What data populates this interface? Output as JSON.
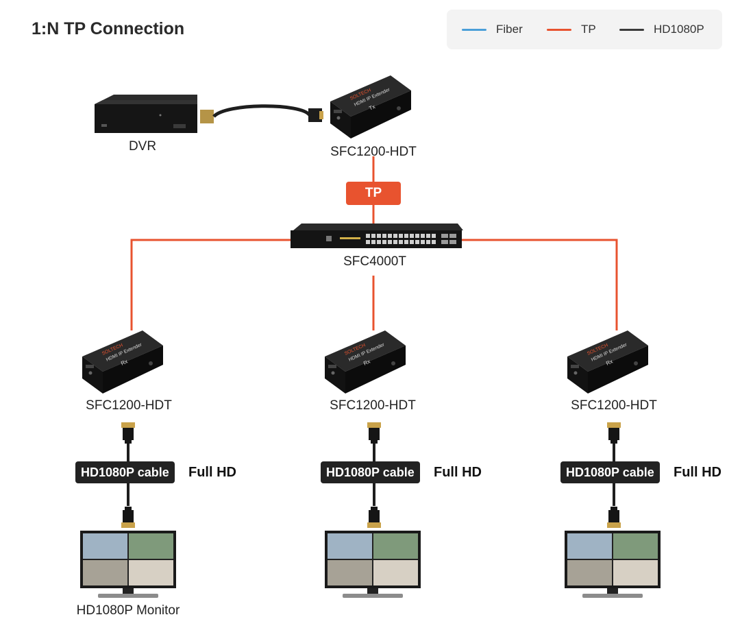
{
  "title": "1:N TP Connection",
  "legend": [
    {
      "label": "Fiber",
      "color": "#4a9fd8"
    },
    {
      "label": "TP",
      "color": "#e8532f"
    },
    {
      "label": "HD1080P",
      "color": "#3a3a3a"
    }
  ],
  "source": {
    "dvr_label": "DVR",
    "tx_label": "SFC1200-HDT",
    "tx_device_text": "HDMI IP Extender",
    "tx_device_sub": "Tx",
    "brand": "SOLTECH"
  },
  "tp_badge": "TP",
  "switch_label": "SFC4000T",
  "receivers": [
    {
      "label": "SFC1200-HDT",
      "device_text": "HDMI IP Extender",
      "device_sub": "Rx",
      "cable": "HD1080P cable",
      "quality": "Full HD",
      "monitor_label": "HD1080P Monitor"
    },
    {
      "label": "SFC1200-HDT",
      "device_text": "HDMI IP Extender",
      "device_sub": "Rx",
      "cable": "HD1080P cable",
      "quality": "Full HD",
      "monitor_label": ""
    },
    {
      "label": "SFC1200-HDT",
      "device_text": "HDMI IP Extender",
      "device_sub": "Rx",
      "cable": "HD1080P cable",
      "quality": "Full HD",
      "monitor_label": ""
    }
  ],
  "colors": {
    "tp_line": "#e8532f",
    "hdmi_cable": "#1e1e1e",
    "device_body": "#161616"
  }
}
